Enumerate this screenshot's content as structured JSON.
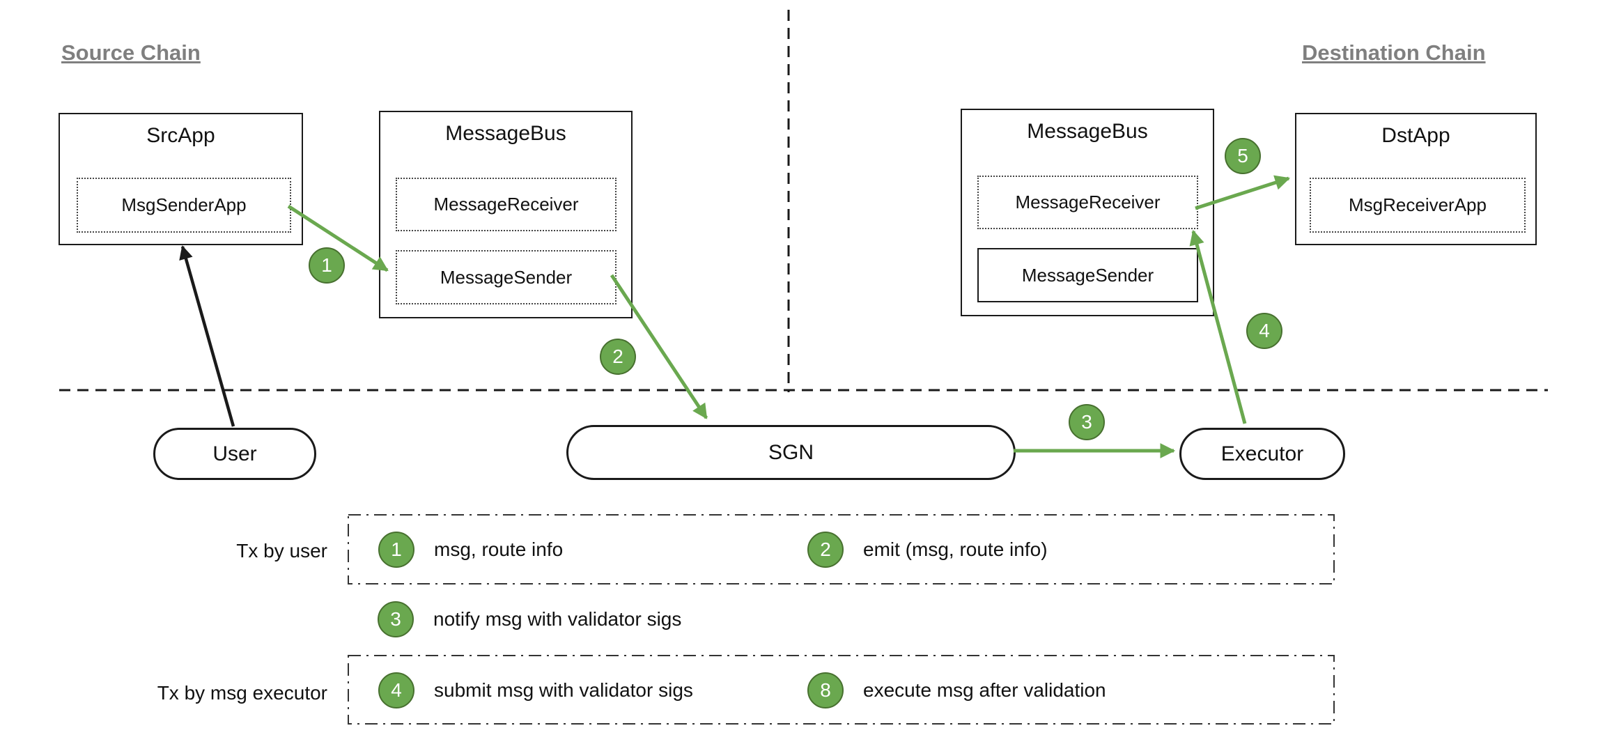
{
  "headings": {
    "source": "Source Chain",
    "destination": "Destination Chain"
  },
  "nodes": {
    "src_app": {
      "title": "SrcApp",
      "inner": "MsgSenderApp"
    },
    "msg_bus_src": {
      "title": "MessageBus",
      "receiver": "MessageReceiver",
      "sender": "MessageSender"
    },
    "msg_bus_dst": {
      "title": "MessageBus",
      "receiver": "MessageReceiver",
      "sender": "MessageSender"
    },
    "dst_app": {
      "title": "DstApp",
      "inner": "MsgReceiverApp"
    },
    "user": {
      "label": "User"
    },
    "sgn": {
      "label": "SGN"
    },
    "executor": {
      "label": "Executor"
    }
  },
  "badges": {
    "step1": "1",
    "step2": "2",
    "step3": "3",
    "step4": "4",
    "step5": "5"
  },
  "legend": {
    "tx_by_user_label": "Tx by user",
    "tx_by_executor_label": "Tx by msg executor",
    "entries": [
      {
        "num": "1",
        "text": "msg, route info"
      },
      {
        "num": "2",
        "text": "emit (msg, route info)"
      },
      {
        "num": "3",
        "text": "notify msg with validator sigs"
      },
      {
        "num": "4",
        "text": "submit msg with validator sigs"
      },
      {
        "num": "8",
        "text": "execute msg after validation"
      }
    ]
  },
  "colors": {
    "arrow_green": "#6aa84f",
    "badge_green": "#6aa84f",
    "badge_border": "#47702f",
    "heading_gray": "#7f7f7f",
    "line_black": "#1a1a1a"
  }
}
